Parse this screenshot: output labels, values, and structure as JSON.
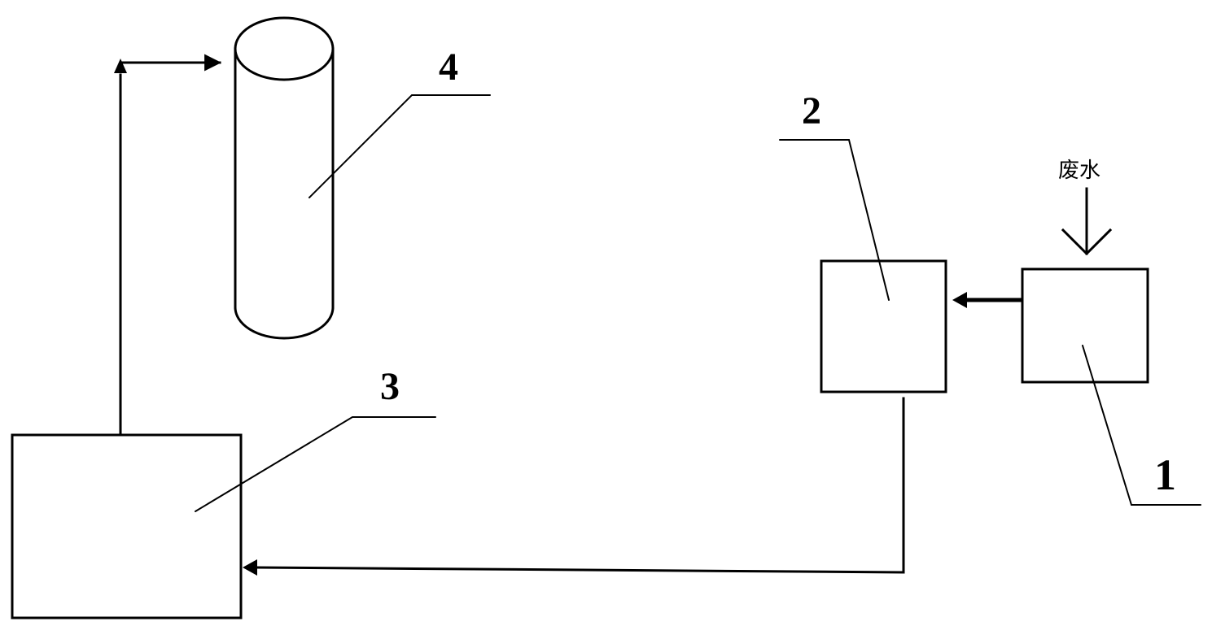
{
  "labels": {
    "unit_1": "1",
    "unit_2": "2",
    "unit_3": "3",
    "unit_4": "4",
    "inlet": "废水"
  }
}
